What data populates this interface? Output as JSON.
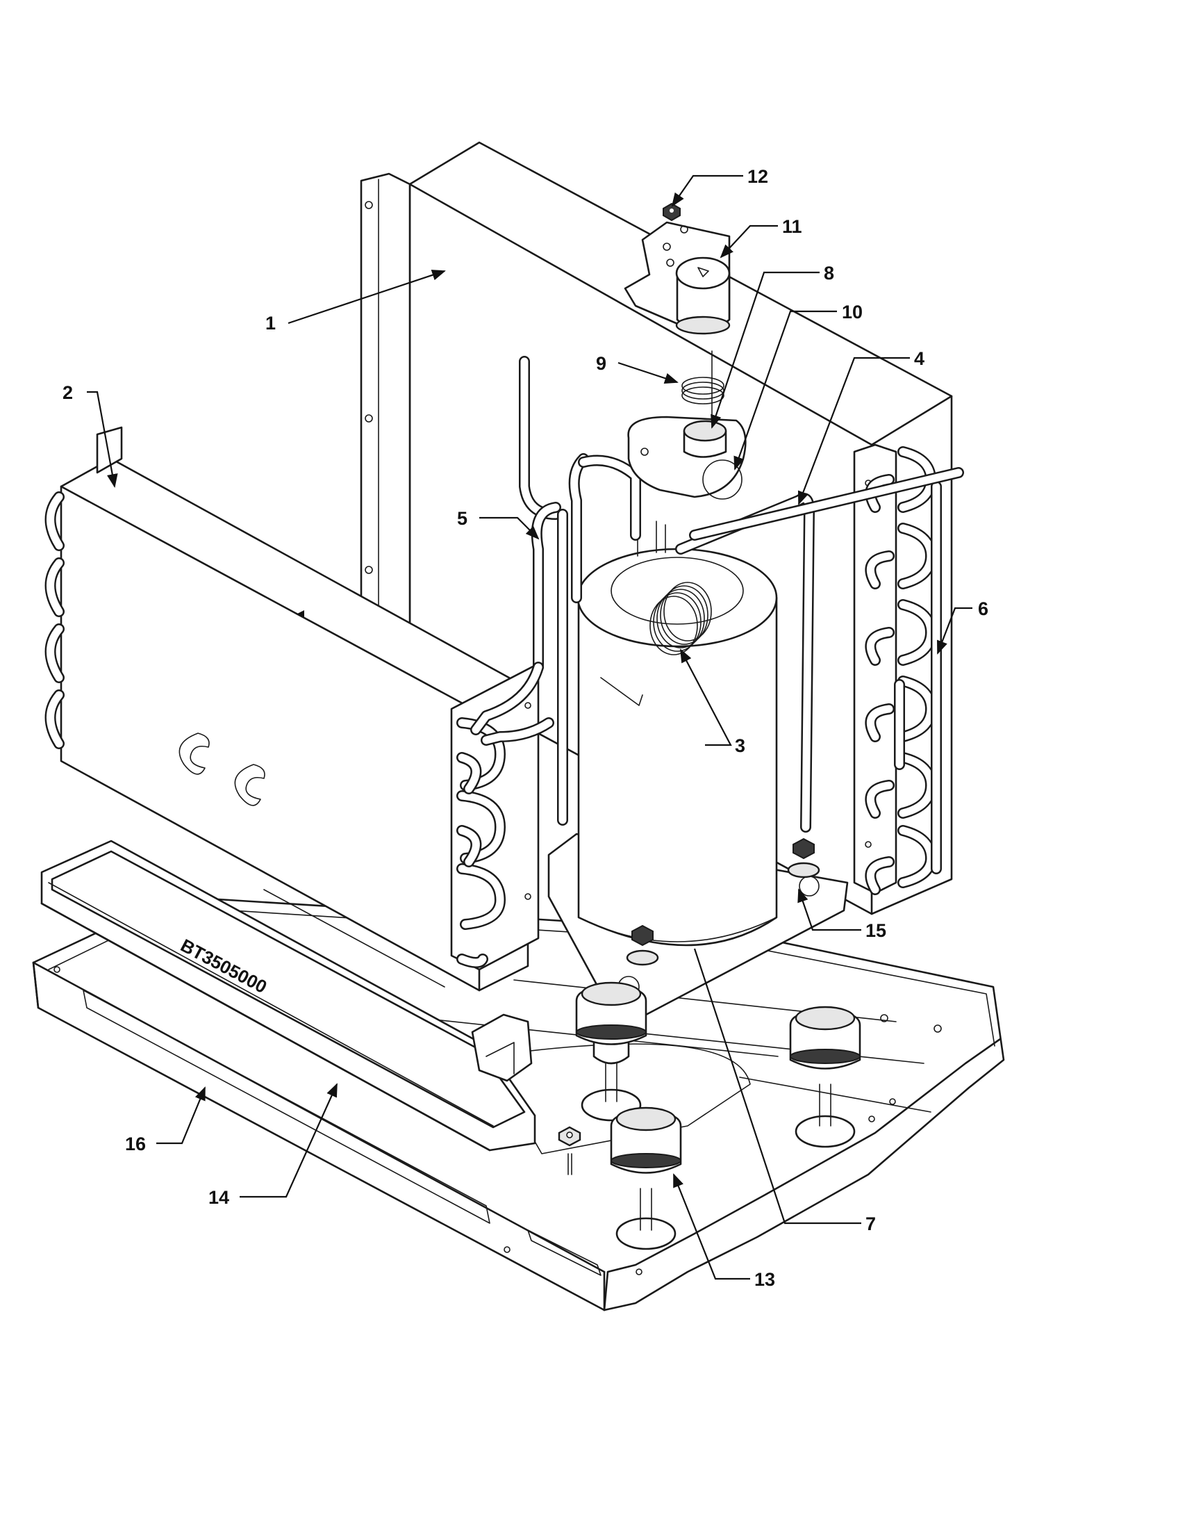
{
  "diagram": {
    "stamp_text": "BT3505000",
    "callouts": [
      {
        "id": "1",
        "label": "1"
      },
      {
        "id": "2",
        "label": "2"
      },
      {
        "id": "3",
        "label": "3"
      },
      {
        "id": "4",
        "label": "4"
      },
      {
        "id": "5",
        "label": "5"
      },
      {
        "id": "6",
        "label": "6"
      },
      {
        "id": "7",
        "label": "7"
      },
      {
        "id": "8",
        "label": "8"
      },
      {
        "id": "9",
        "label": "9"
      },
      {
        "id": "10",
        "label": "10"
      },
      {
        "id": "11",
        "label": "11"
      },
      {
        "id": "12",
        "label": "12"
      },
      {
        "id": "13",
        "label": "13"
      },
      {
        "id": "14",
        "label": "14"
      },
      {
        "id": "15",
        "label": "15"
      },
      {
        "id": "16",
        "label": "16"
      }
    ]
  }
}
